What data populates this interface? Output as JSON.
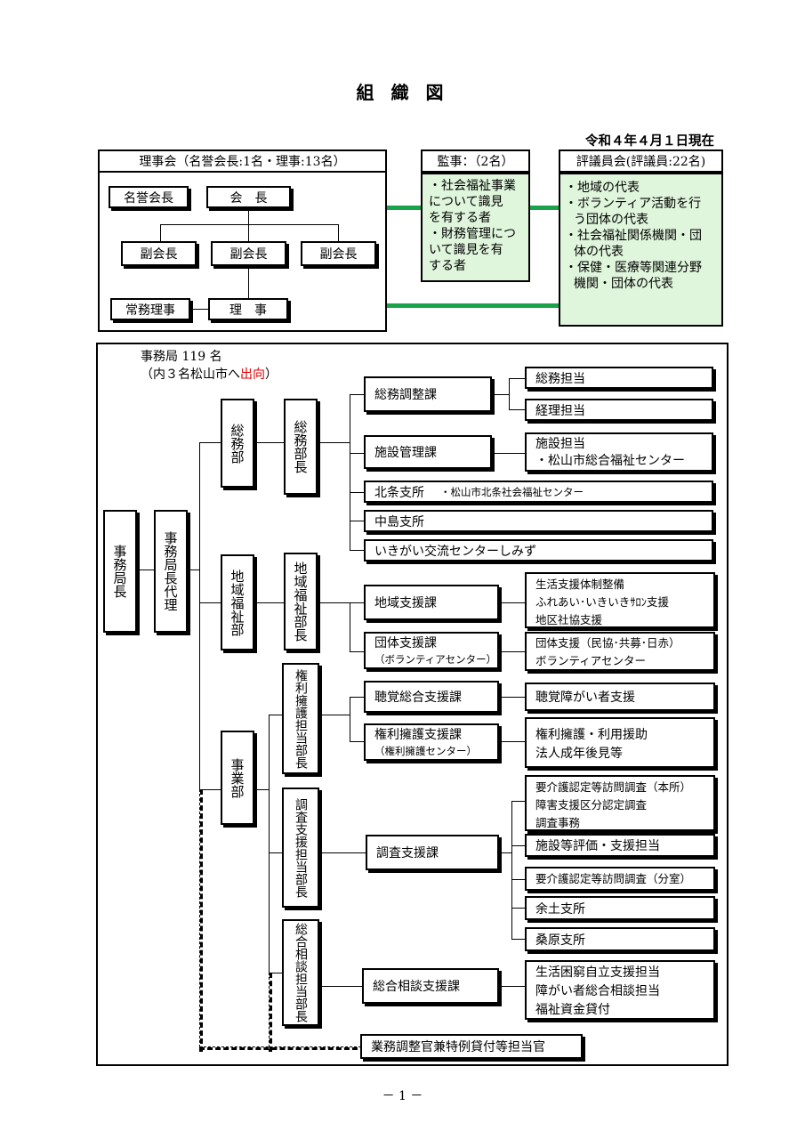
{
  "title": "組 織 図",
  "date": "令和４年４月１日現在",
  "board": {
    "header": "理事会（名誉会長:1名・理事:13名）",
    "honorary": "名誉会長",
    "chair": "会　長",
    "vice1": "副会長",
    "vice2": "副会長",
    "vice3": "副会長",
    "executive": "常務理事",
    "director": "理　事"
  },
  "auditors": {
    "header": "監事：（2名）",
    "line1": "・社会福祉事業",
    "line2": "について識見",
    "line3": "を有する者",
    "line4": "・財務管理につ",
    "line5": "いて識見を有",
    "line6": "する者"
  },
  "council": {
    "header": "評議員会(評議員:22名)",
    "line1": "・地域の代表",
    "line2": "・ボランティア活動を行",
    "line3": "う団体の代表",
    "line4": "・社会福祉関係機関・団",
    "line5": "体の代表",
    "line6": "・保健・医療等関連分野",
    "line7": "機関・団体の代表"
  },
  "secretariat": {
    "label": "事務局 119 名",
    "note_prefix": "（内３名松山市へ",
    "note_red": "出向",
    "note_suffix": "）",
    "director": "事務局長",
    "deputy": "事務局長代理"
  },
  "general": {
    "dept": "総務部",
    "head": "総務部長",
    "coord": "総務調整課",
    "coord_units": [
      "総務担当",
      "経理担当"
    ],
    "facility": "施設管理課",
    "facility_unit1": "施設担当",
    "facility_unit2": "・松山市総合福祉センター",
    "hojo": "北条支所",
    "hojo_note": "・松山市北条社会福祉センター",
    "nakajima": "中島支所",
    "ikigai": "いきがい交流センターしみず"
  },
  "community": {
    "dept": "地域福祉部",
    "head": "地域福祉部長",
    "support": "地域支援課",
    "support_units": [
      "生活支援体制整備",
      "ふれあい･いきいきｻﾛﾝ支援",
      "地区社協支援"
    ],
    "group": "団体支援課",
    "group_sub": "（ボランティアセンター）",
    "group_units": [
      "団体支援（民協･共募･日赤）",
      "ボランティアセンター"
    ]
  },
  "business": {
    "dept": "事業部",
    "rights_head": "権利擁護担当部長",
    "hearing": "聴覚総合支援課",
    "hearing_unit": "聴覚障がい者支援",
    "advocacy": "権利擁護支援課",
    "advocacy_sub": "（権利擁護センター）",
    "advocacy_units": [
      "権利擁護・利用援助",
      "法人成年後見等"
    ],
    "survey_head": "調査支援担当部長",
    "survey": "調査支援課",
    "survey_units1": [
      "要介護認定等訪問調査（本所）",
      "障害支援区分認定調査",
      "調査事務"
    ],
    "survey_unit2": "施設等評価・支援担当",
    "survey_unit3": "要介護認定等訪問調査（分室）",
    "survey_unit4": "余土支所",
    "survey_unit5": "桑原支所",
    "consult_head": "総合相談担当部長",
    "consult": "総合相談支援課",
    "consult_units": [
      "生活困窮自立支援担当",
      "障がい者総合相談担当",
      "福祉資金貸付"
    ]
  },
  "special": "業務調整官兼特例貸付等担当官",
  "page_number": "－ 1 －"
}
